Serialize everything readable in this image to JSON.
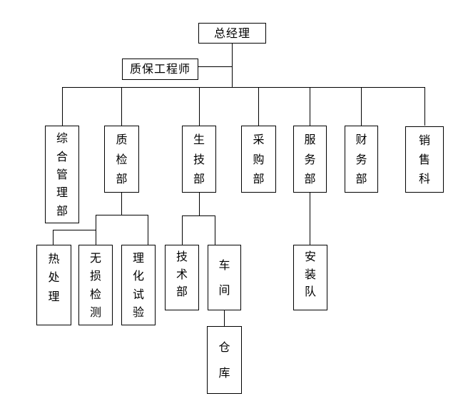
{
  "figure": {
    "kind": "organization-chart",
    "background_color": "#ffffff",
    "line_color": "#000000",
    "text_color": "#000000"
  },
  "nodes": {
    "general_manager": {
      "label": "总经理"
    },
    "qa_engineer": {
      "label": "质保工程师"
    },
    "general_admin_dept": {
      "label": "综合管理部"
    },
    "quality_insp_dept": {
      "label": "质检部"
    },
    "production_tech_dept": {
      "label": "生技部"
    },
    "purchasing_dept": {
      "label": "采购部"
    },
    "service_dept": {
      "label": "服务部"
    },
    "finance_dept": {
      "label": "财务部"
    },
    "sales_section": {
      "label": "销售科"
    },
    "heat_treatment": {
      "label": "热处理"
    },
    "ndt_inspection": {
      "label": "无损检测"
    },
    "physchem_testing": {
      "label": "理化试验"
    },
    "technical_dept": {
      "label": "技术部"
    },
    "workshop": {
      "label": "车间"
    },
    "installation_team": {
      "label": "安装队"
    },
    "warehouse": {
      "label": "仓库"
    }
  },
  "edges": [
    [
      "general_manager",
      "qa_engineer"
    ],
    [
      "general_manager",
      "general_admin_dept"
    ],
    [
      "general_manager",
      "quality_insp_dept"
    ],
    [
      "general_manager",
      "production_tech_dept"
    ],
    [
      "general_manager",
      "purchasing_dept"
    ],
    [
      "general_manager",
      "service_dept"
    ],
    [
      "general_manager",
      "finance_dept"
    ],
    [
      "general_manager",
      "sales_section"
    ],
    [
      "quality_insp_dept",
      "heat_treatment"
    ],
    [
      "quality_insp_dept",
      "ndt_inspection"
    ],
    [
      "quality_insp_dept",
      "physchem_testing"
    ],
    [
      "production_tech_dept",
      "technical_dept"
    ],
    [
      "production_tech_dept",
      "workshop"
    ],
    [
      "workshop",
      "warehouse"
    ],
    [
      "service_dept",
      "installation_team"
    ]
  ]
}
